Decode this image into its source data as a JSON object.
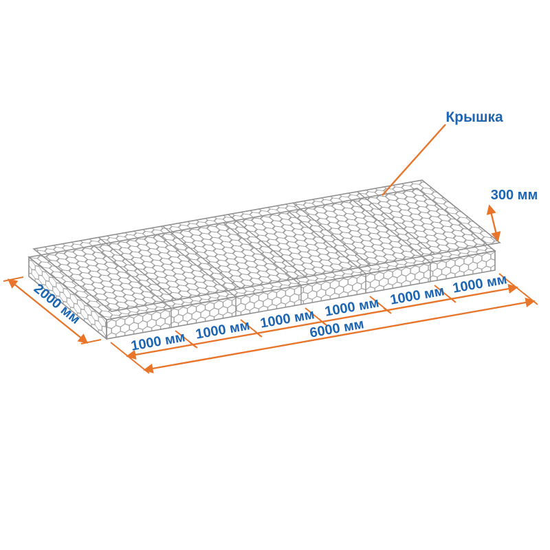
{
  "diagram": {
    "labels": {
      "lid": "Крышка",
      "height": "300 мм",
      "width": "2000 мм",
      "length_total": "6000 мм"
    },
    "segments": [
      "1000 мм",
      "1000 мм",
      "1000 мм",
      "1000 мм",
      "1000 мм",
      "1000 мм"
    ],
    "colors": {
      "dimension_orange": "#e8752a",
      "label_blue": "#1b65b3",
      "mesh_gray": "#8f8f8f",
      "background": "#ffffff"
    }
  }
}
